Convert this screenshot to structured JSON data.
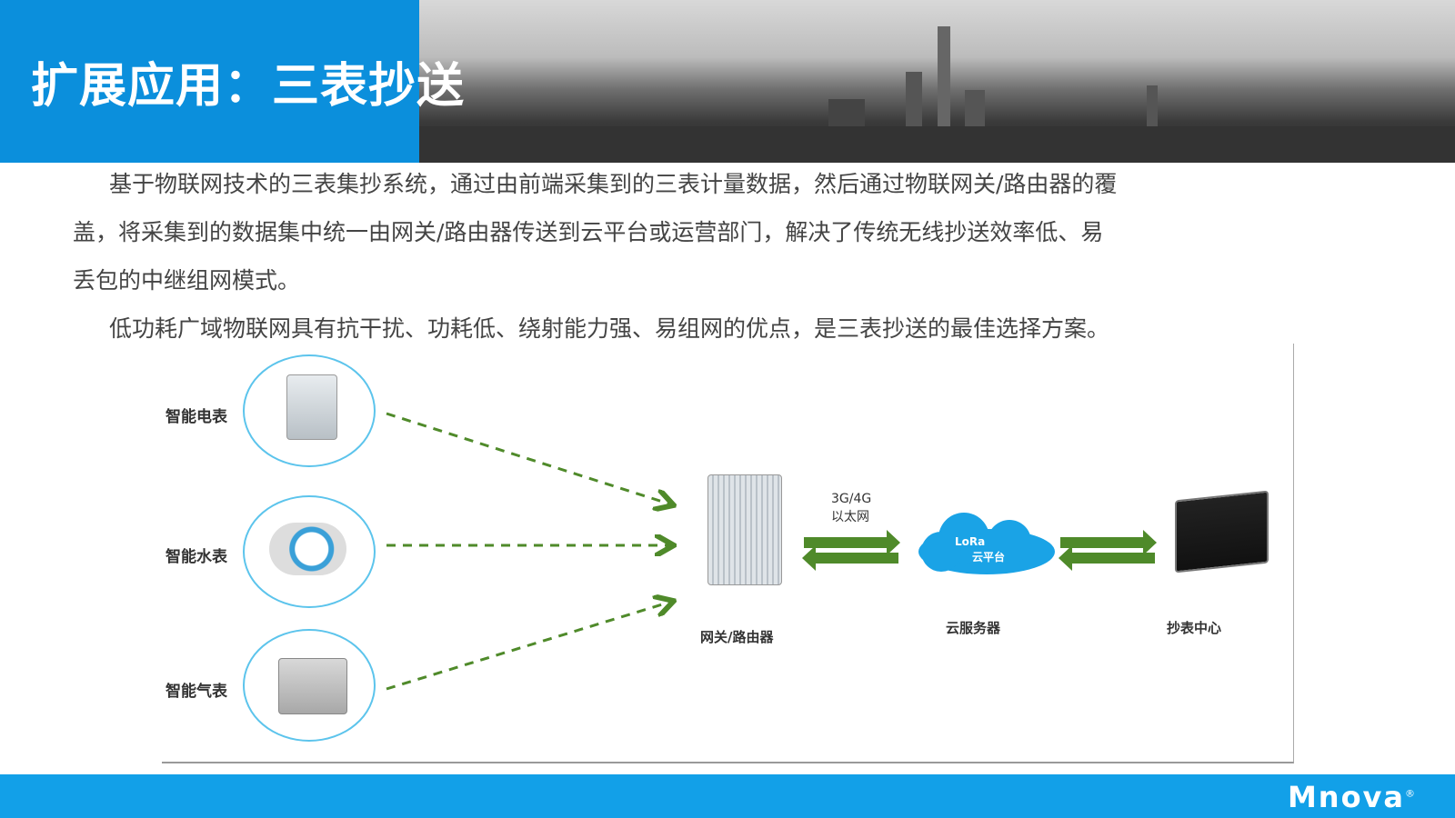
{
  "title": "扩展应用：三表抄送",
  "paragraphs": [
    "基于物联网技术的三表集抄系统，通过由前端采集到的三表计量数据，然后通过物联网关/路由器的覆",
    "盖，将采集到的数据集中统一由网关/路由器传送到云平台或运营部门，解决了传统无线抄送效率低、易",
    "丢包的中继组网模式。",
    "低功耗广域物联网具有抗干扰、功耗低、绕射能力强、易组网的优点，是三表抄送的最佳选择方案。"
  ],
  "diagram": {
    "meters": [
      "智能电表",
      "智能水表",
      "智能气表"
    ],
    "gateway_label": "网关/路由器",
    "link_label_1": "3G/4G",
    "link_label_2": "以太网",
    "cloud_text_1": "LoRa",
    "cloud_text_2": "云平台",
    "cloud_label": "云服务器",
    "center_label": "抄表中心"
  },
  "footer": {
    "logo": "Mnova",
    "registered": "®"
  },
  "colors": {
    "header_blue": "#0b8fdc",
    "footer_blue": "#12a0e8",
    "arrow_green": "#4f8a2a",
    "cloud_blue": "#1aa3e6"
  }
}
